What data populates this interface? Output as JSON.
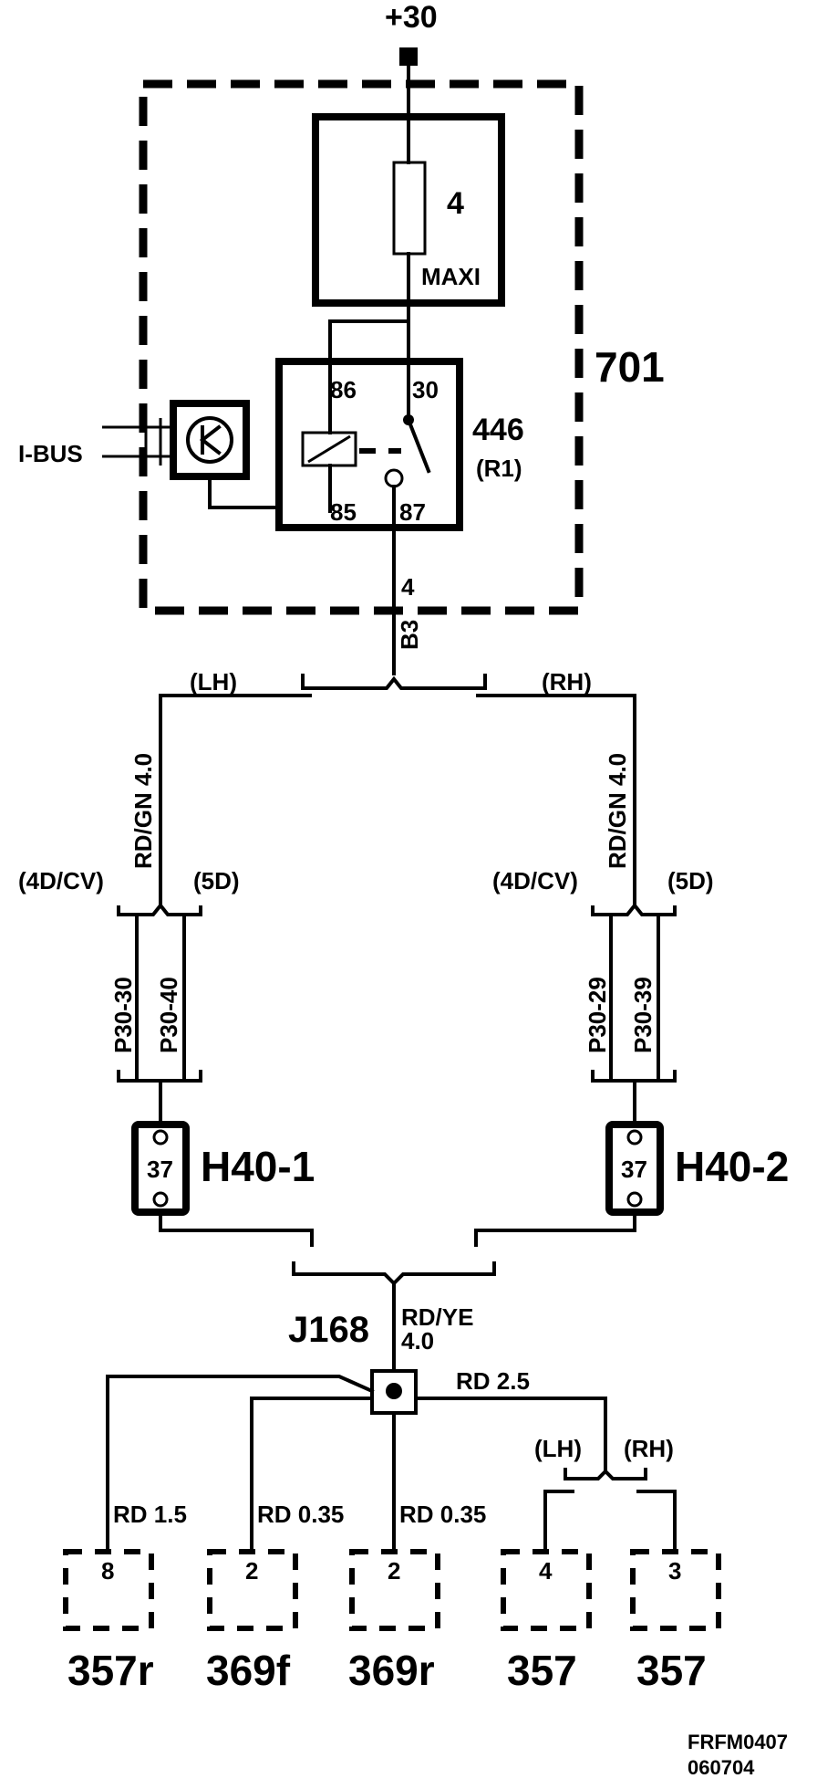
{
  "supply": {
    "terminal": "+30"
  },
  "central_unit": {
    "code": "701"
  },
  "fuse": {
    "number": "4",
    "type": "MAXI"
  },
  "relay": {
    "code": "446",
    "ref": "(R1)",
    "pin_86": "86",
    "pin_30": "30",
    "pin_85": "85",
    "pin_87": "87"
  },
  "bus": {
    "label": "I-BUS"
  },
  "output": {
    "pin": "4",
    "connector": "B3"
  },
  "left_branch": {
    "side": "(LH)",
    "wire": "RD/GN  4.0",
    "variant_a": "(4D/CV)",
    "variant_b": "(5D)",
    "pin_a": "P30-30",
    "pin_b": "P30-40",
    "fuse_value": "37",
    "fuse_code": "H40-1"
  },
  "right_branch": {
    "side": "(RH)",
    "wire": "RD/GN  4.0",
    "variant_a": "(4D/CV)",
    "variant_b": "(5D)",
    "pin_a": "P30-29",
    "pin_b": "P30-39",
    "fuse_value": "37",
    "fuse_code": "H40-2"
  },
  "junction": {
    "code": "J168",
    "wire_color": "RD/YE",
    "wire_size": "4.0"
  },
  "feeds": [
    {
      "wire": "RD  1.5",
      "pin": "8",
      "component": "357r"
    },
    {
      "wire": "RD  0.35",
      "pin": "2",
      "component": "369f"
    },
    {
      "wire": "RD  0.35",
      "pin": "2",
      "component": "369r"
    },
    {
      "wire": "RD 2.5",
      "pin": "4",
      "component": "357"
    },
    {
      "wire": "",
      "pin": "3",
      "component": "357"
    }
  ],
  "split": {
    "left": "(LH)",
    "right": "(RH)"
  },
  "footer": {
    "ref": "FRFM0407",
    "date": "060704"
  }
}
